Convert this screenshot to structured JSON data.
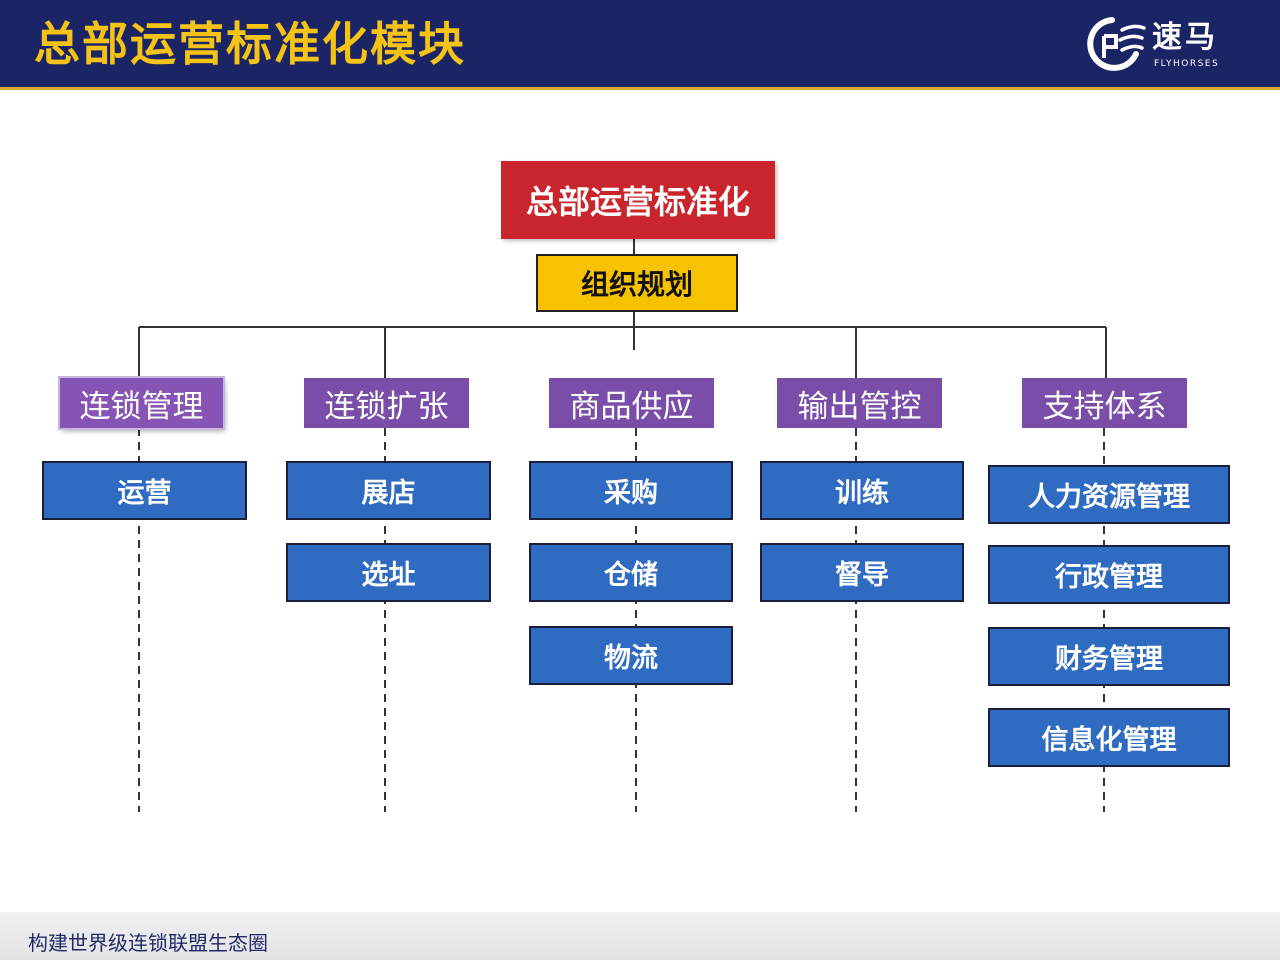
{
  "header": {
    "title": "总部运营标准化模块",
    "logo_text": "速马",
    "logo_subtext": "FLYHORSES",
    "background_color": "#1b2566",
    "title_color": "#f5c316"
  },
  "org_chart": {
    "root": {
      "label": "总部运营标准化",
      "color": "#c8262c"
    },
    "sub": {
      "label": "组织规划",
      "color": "#f7c300"
    },
    "categories": [
      {
        "label": "连锁管理",
        "children": [
          "运营"
        ]
      },
      {
        "label": "连锁扩张",
        "children": [
          "展店",
          "选址"
        ]
      },
      {
        "label": "商品供应",
        "children": [
          "采购",
          "仓储",
          "物流"
        ]
      },
      {
        "label": "输出管控",
        "children": [
          "训练",
          "督导"
        ]
      },
      {
        "label": "支持体系",
        "children": [
          "人力资源管理",
          "行政管理",
          "财务管理",
          "信息化管理"
        ]
      }
    ],
    "category_color": "#7a4ea8",
    "leaf_color": "#2f6bc1"
  },
  "footer": {
    "text": "构建世界级连锁联盟生态圈"
  }
}
